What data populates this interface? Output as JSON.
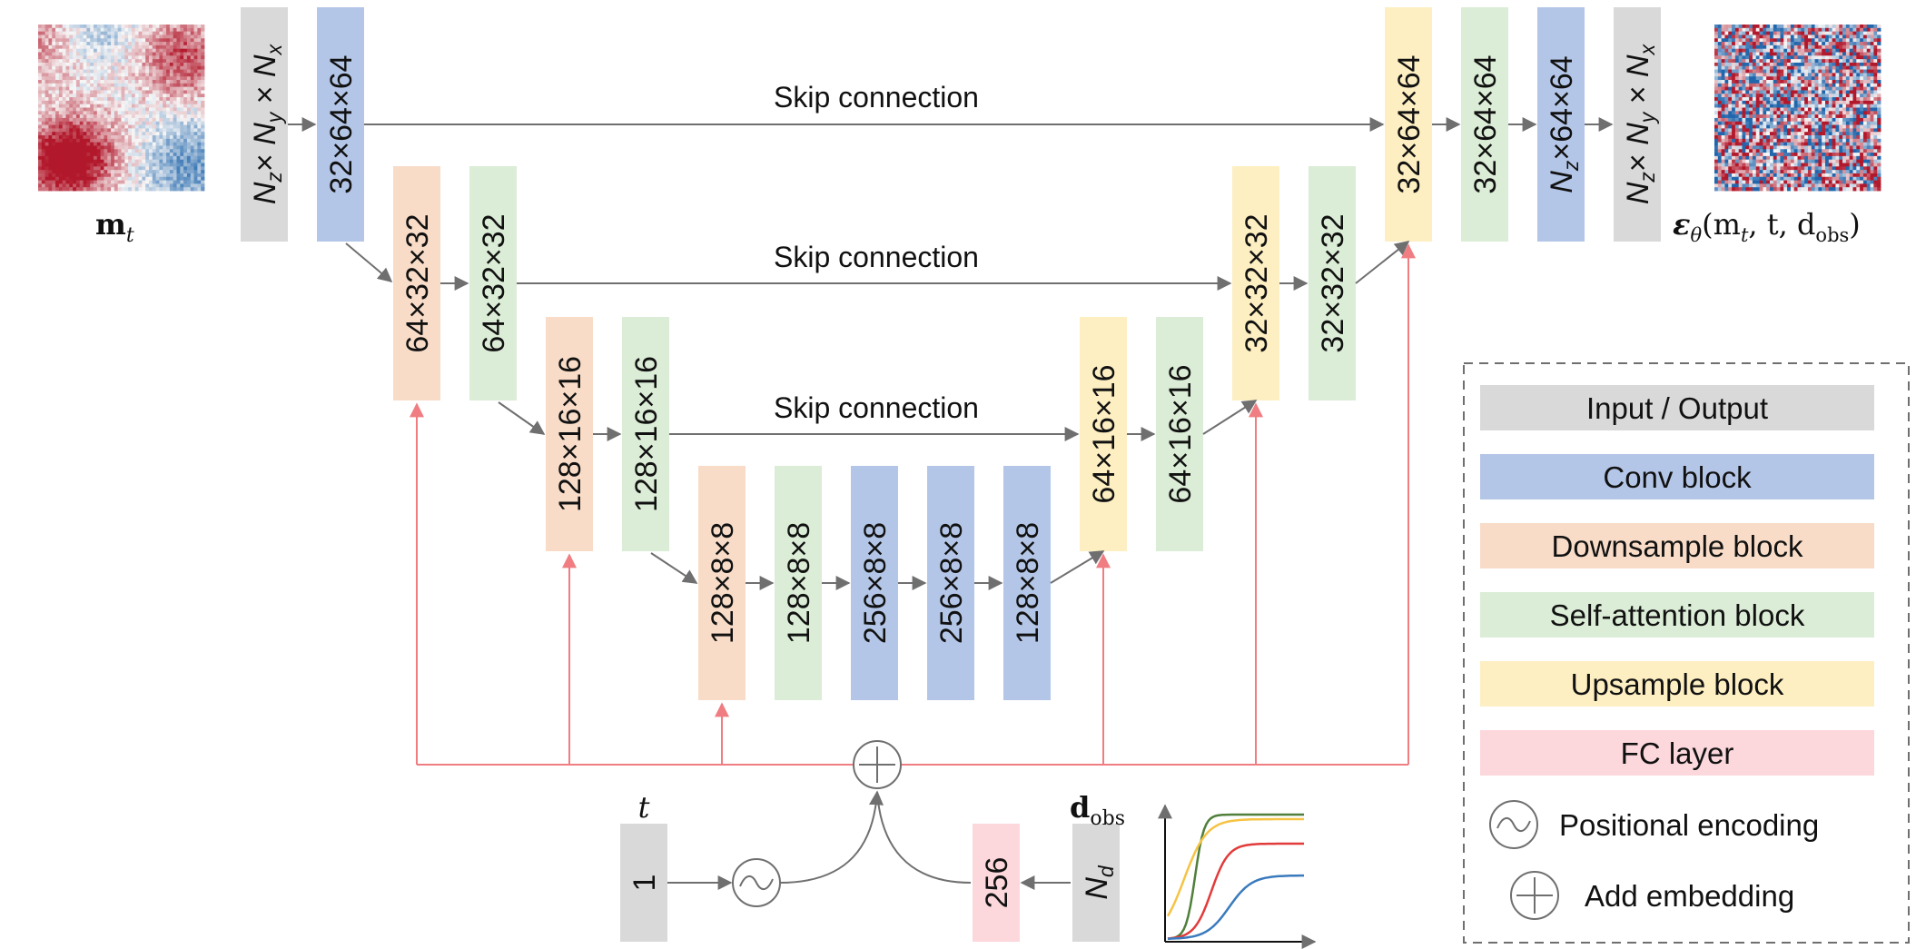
{
  "colors": {
    "input_output": "#d9d9d9",
    "conv": "#b4c6e7",
    "downsample": "#f8dcc8",
    "self_attention": "#dbedd6",
    "upsample": "#fdefc2",
    "fc": "#fcd8dc",
    "arrow": "#6f6f6f",
    "embed_arrow": "#f07d82"
  },
  "input": {
    "label": "m",
    "subscript": "t"
  },
  "output": {
    "label": "ε",
    "sub_theta": "θ",
    "args": "(m",
    "arg_t_sub": "t",
    "rest": ", t, d",
    "obs": "obs",
    "close": ")"
  },
  "io_in": {
    "n1": "N",
    "s1": "z",
    "times1": "× ",
    "n2": "N",
    "s2": "y",
    "times2": " × ",
    "n3": "N",
    "s3": "x"
  },
  "io_out": {
    "n1": "N",
    "s1": "z",
    "times1": "× ",
    "n2": "N",
    "s2": "y",
    "times2": " × ",
    "n3": "N",
    "s3": "x"
  },
  "blocks": {
    "enc_conv": "32×64×64",
    "down1": "64×32×32",
    "attn1": "64×32×32",
    "down2": "128×16×16",
    "attn2": "128×16×16",
    "down3": "128×8×8",
    "attn3": "128×8×8",
    "mid_conv1": "256×8×8",
    "mid_conv2": "256×8×8",
    "mid_conv3": "128×8×8",
    "up3": "64×16×16",
    "up3_attn": "64×16×16",
    "up2": "32×32×32",
    "up2_attn": "32×32×32",
    "up1": "32×64×64",
    "up1_attn": "32×64×64",
    "out_conv_n": "N",
    "out_conv_sub": "z",
    "out_conv_rest": "×64×64",
    "t_box": "1",
    "fc_box": "256",
    "nd_n": "N",
    "nd_sub": "d"
  },
  "skip_labels": [
    "Skip connection",
    "Skip connection",
    "Skip connection"
  ],
  "t_label": "t",
  "dobs_label": {
    "d": "d",
    "sub": "obs"
  },
  "legend": {
    "items": [
      "Input / Output",
      "Conv block",
      "Downsample block",
      "Self-attention block",
      "Upsample block",
      "FC layer"
    ],
    "positional_encoding": "Positional encoding",
    "add_embedding": "Add embedding"
  },
  "curve_colors": [
    "#4f7f3a",
    "#f5c445",
    "#e23b3b",
    "#3a7abd"
  ]
}
